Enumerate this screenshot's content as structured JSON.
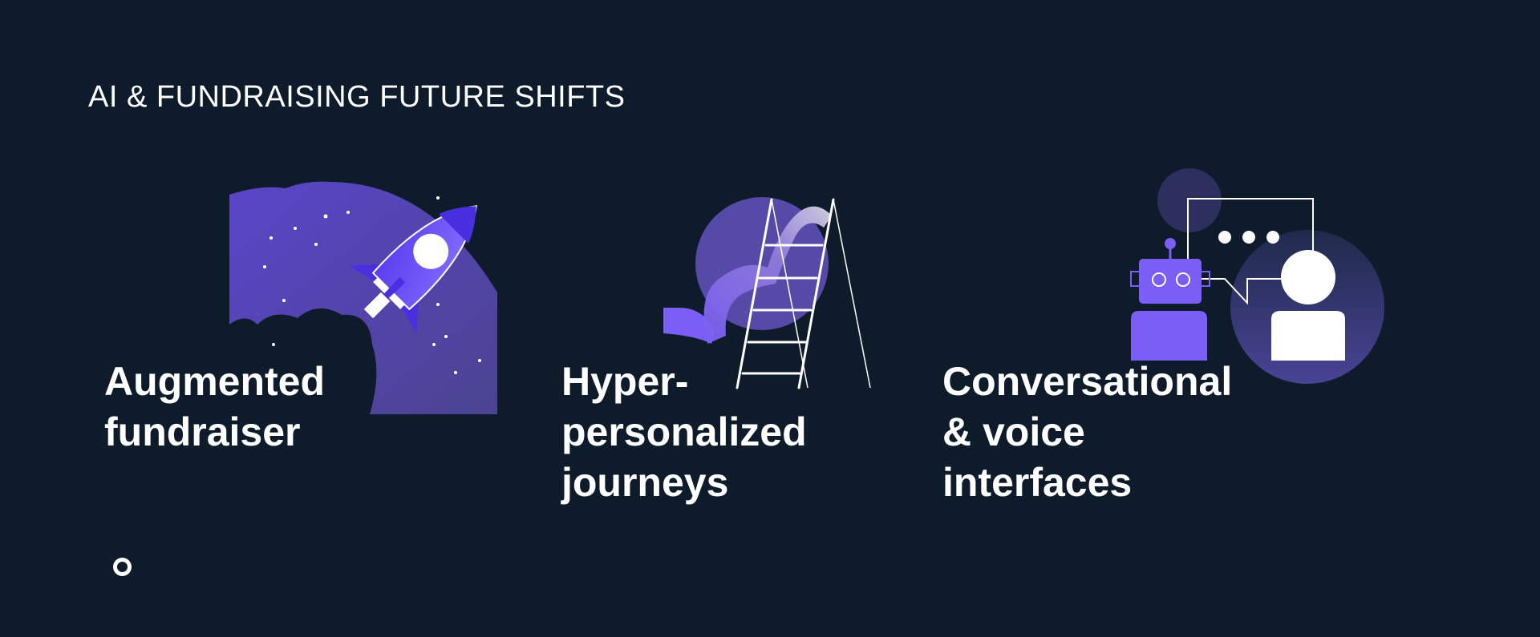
{
  "slide": {
    "title": "AI & FUNDRAISING FUTURE SHIFTS",
    "background": "#0e1b2a",
    "accent": "#7b61ff",
    "cards": [
      {
        "label": "Augmented\nfundraiser",
        "icon": "rocket-icon"
      },
      {
        "label": "Hyper-\npersonalized\njourneys",
        "icon": "ladder-icon"
      },
      {
        "label": "Conversational\n& voice\ninterfaces",
        "icon": "robot-chat-icon"
      }
    ]
  }
}
